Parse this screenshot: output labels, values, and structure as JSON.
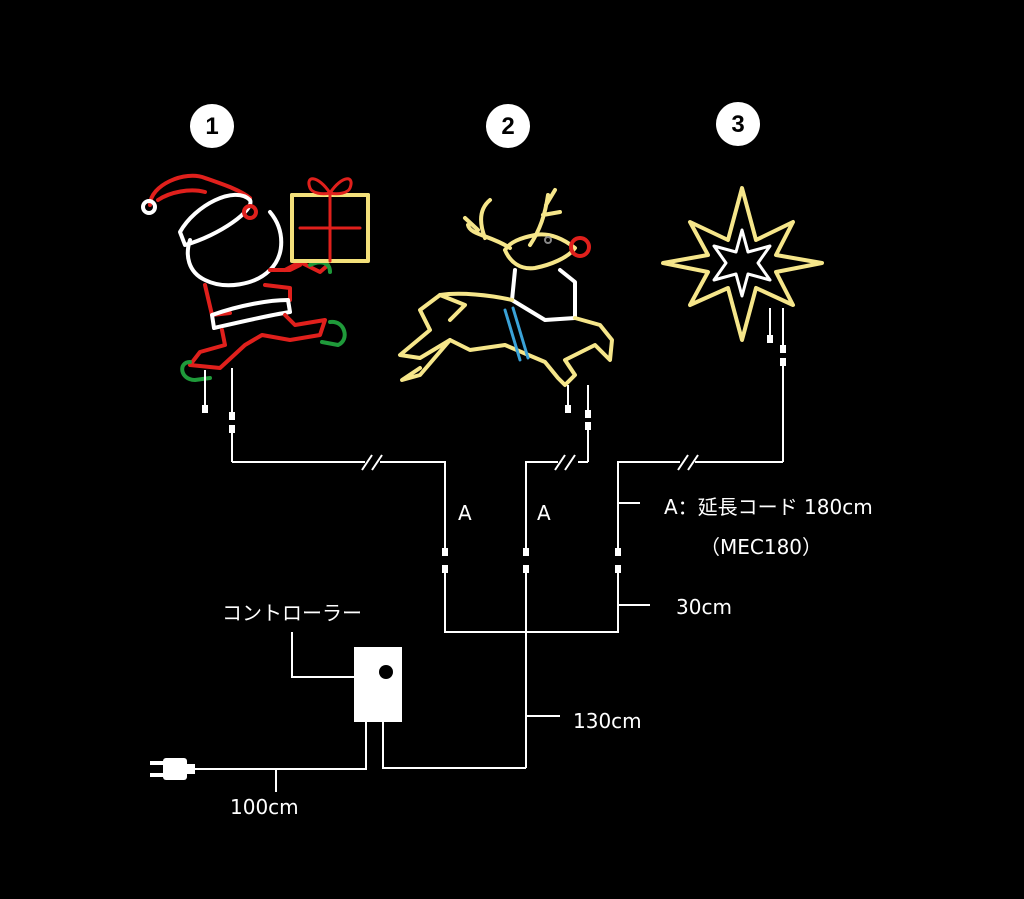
{
  "figures": [
    {
      "number": "1",
      "icon": "santa-claus-icon"
    },
    {
      "number": "2",
      "icon": "reindeer-icon"
    },
    {
      "number": "3",
      "icon": "star-icon"
    }
  ],
  "labels": {
    "a_left": "A",
    "a_mid": "A",
    "extension_cord": "A：延長コード 180cm",
    "extension_model": "（MEC180）",
    "len_30": "30cm",
    "len_130": "130cm",
    "len_100": "100cm",
    "controller": "コントローラー"
  },
  "colors": {
    "background": "#000000",
    "wire": "#ffffff",
    "santa_red": "#e0201c",
    "santa_green": "#1f9a3a",
    "gift_yellow": "#f3e07a",
    "deer_yellow": "#f6e68a",
    "deer_nose": "#e0201c",
    "harness_blue": "#3aa2d8",
    "star_yellow": "#f6e68a"
  }
}
